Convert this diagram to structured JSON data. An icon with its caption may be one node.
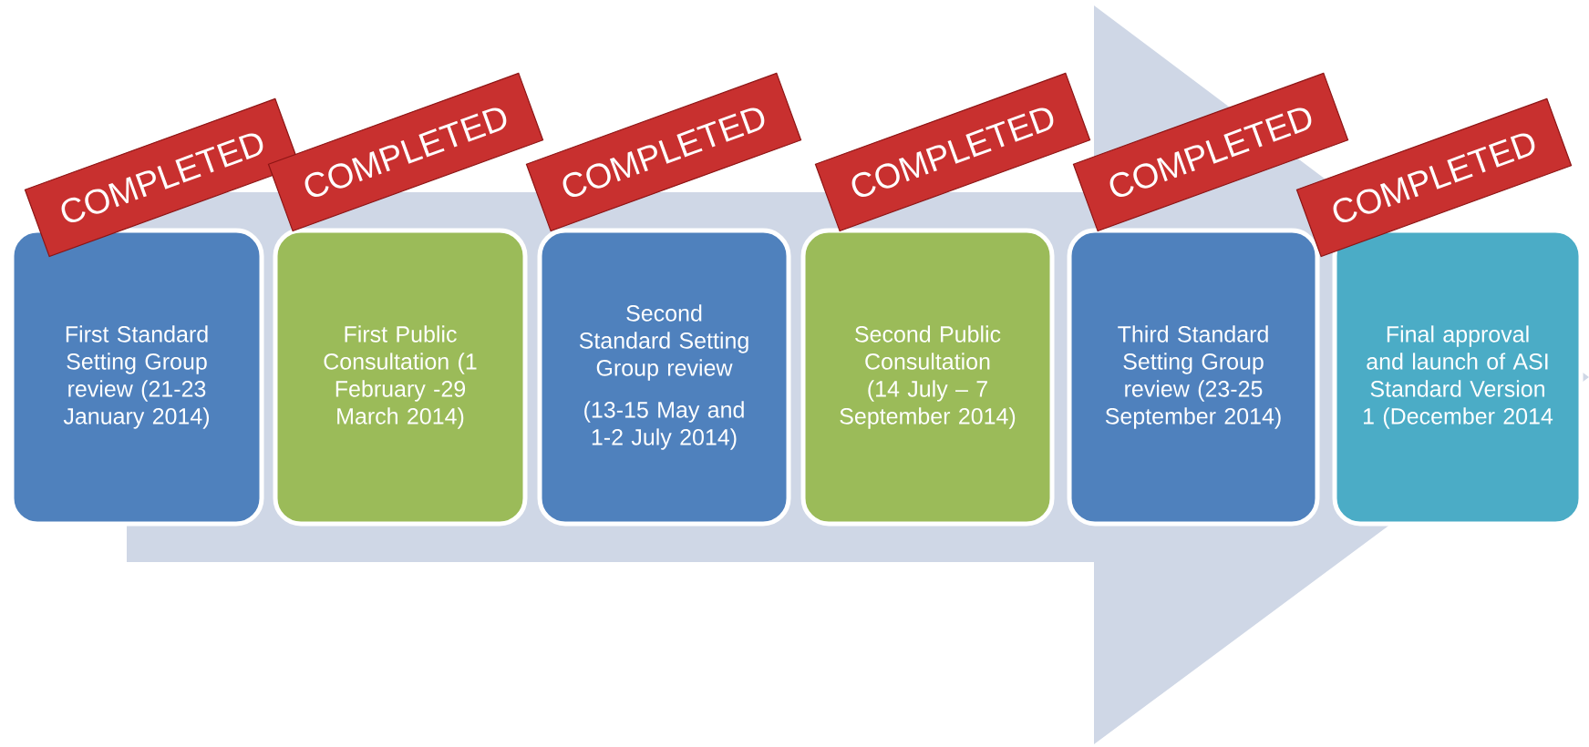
{
  "diagram": {
    "nodes": [
      {
        "text": [
          "First Standard Setting Group review (21-23 January 2014)"
        ]
      },
      {
        "text": [
          "First Public Consultation (1 February -29 March 2014)"
        ]
      },
      {
        "text": [
          "Second Standard Setting Group review",
          "(13-15 May and 1-2 July 2014)"
        ]
      },
      {
        "text": [
          "Second Public Consultation (14 July – 7 September 2014)"
        ]
      },
      {
        "text": [
          "Third Standard Setting Group review (23-25 September 2014)"
        ]
      },
      {
        "text": [
          "Final approval and launch of ASI Standard Version 1 (December 2014"
        ]
      },
      {
        "text": [
          "COMPLETED"
        ]
      },
      {
        "text": [
          "COMPLETED"
        ]
      },
      {
        "text": [
          "COMPLETED"
        ]
      },
      {
        "text": [
          "COMPLETED"
        ]
      },
      {
        "text": [
          "COMPLETED"
        ]
      },
      {
        "text": [
          "COMPLETED"
        ]
      }
    ],
    "edges": [
      {
        "from": 0,
        "to": 5,
        "arrow": "to"
      }
    ]
  }
}
